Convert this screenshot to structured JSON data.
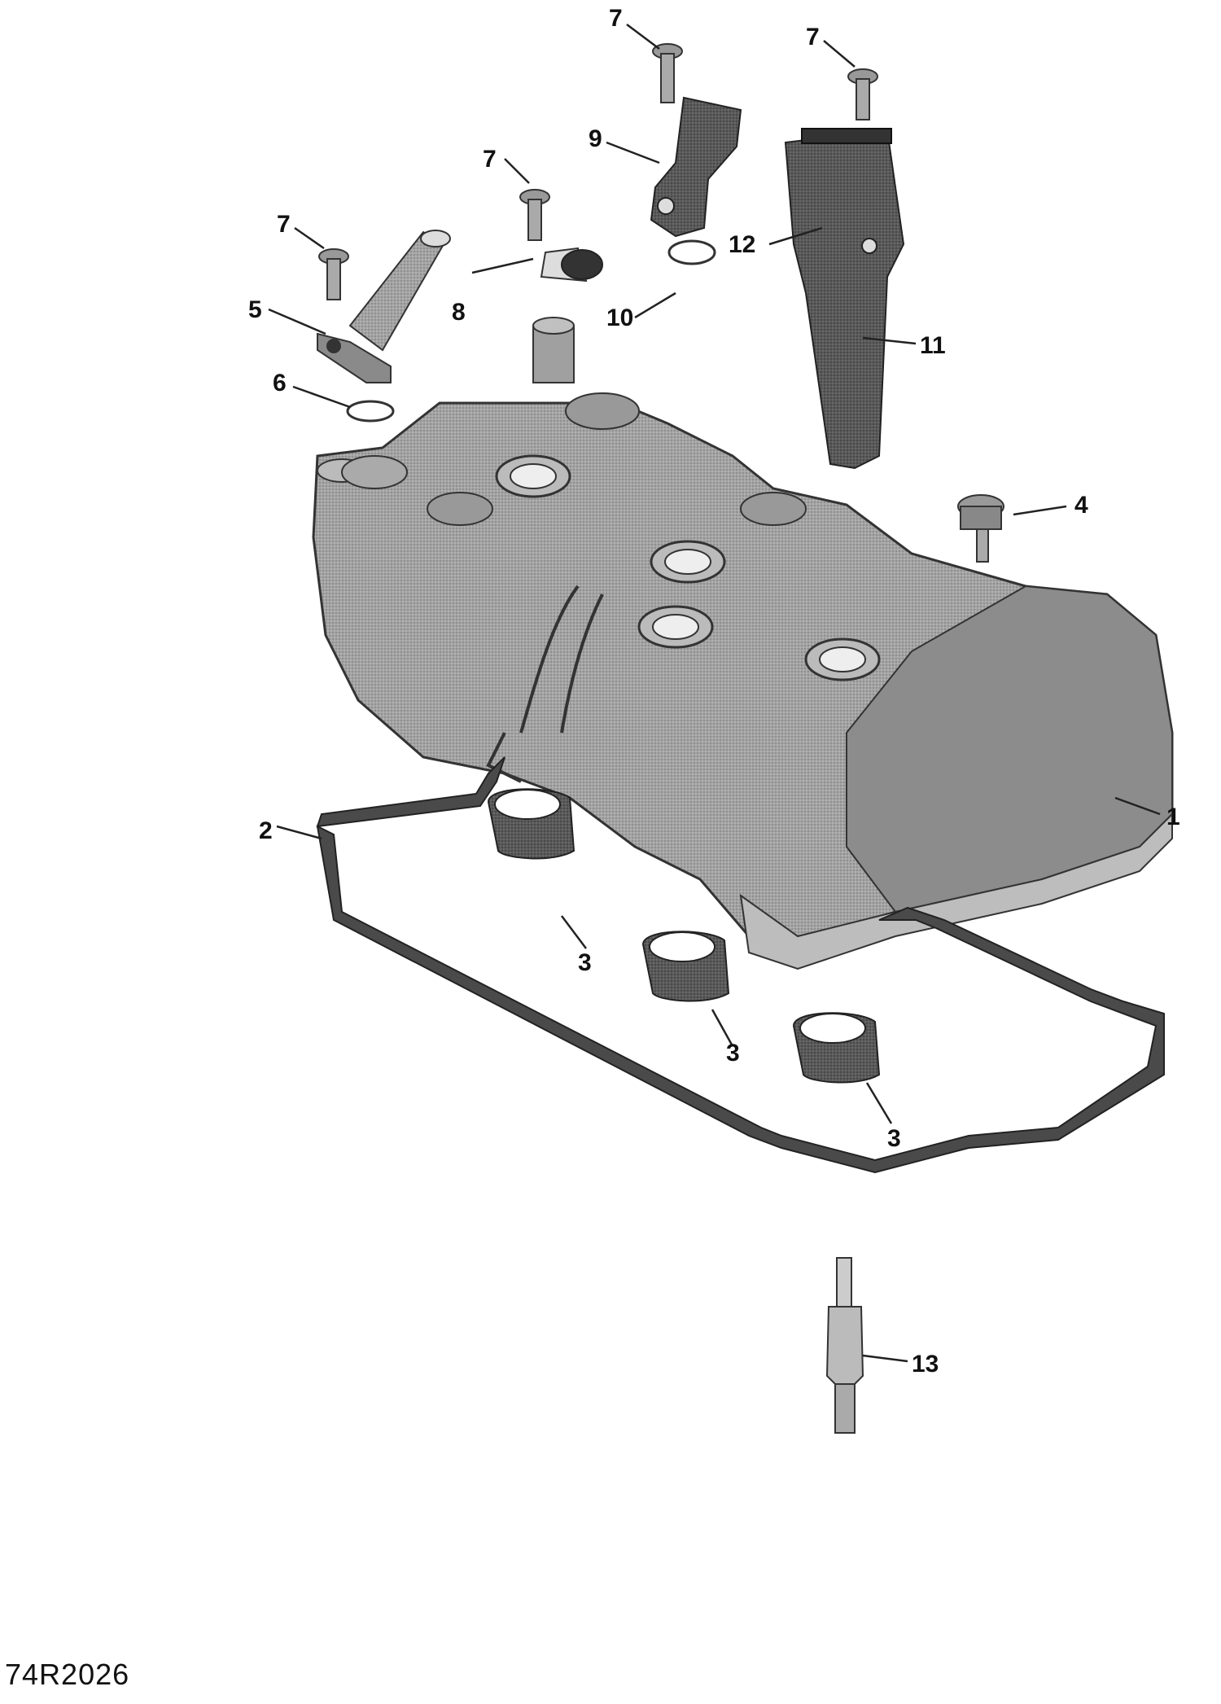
{
  "diagram_id": "74R2026",
  "callouts": {
    "c1": "1",
    "c2": "2",
    "c3a": "3",
    "c3b": "3",
    "c3c": "3",
    "c4": "4",
    "c5": "5",
    "c6": "6",
    "c7a": "7",
    "c7b": "7",
    "c7c": "7",
    "c7d": "7",
    "c8": "8",
    "c9": "9",
    "c10": "10",
    "c11": "11",
    "c12": "12",
    "c13": "13"
  },
  "colors": {
    "part_fill": "#9a9a9a",
    "part_light": "#b8b8b8",
    "part_dark": "#555555",
    "gasket": "#444444"
  }
}
